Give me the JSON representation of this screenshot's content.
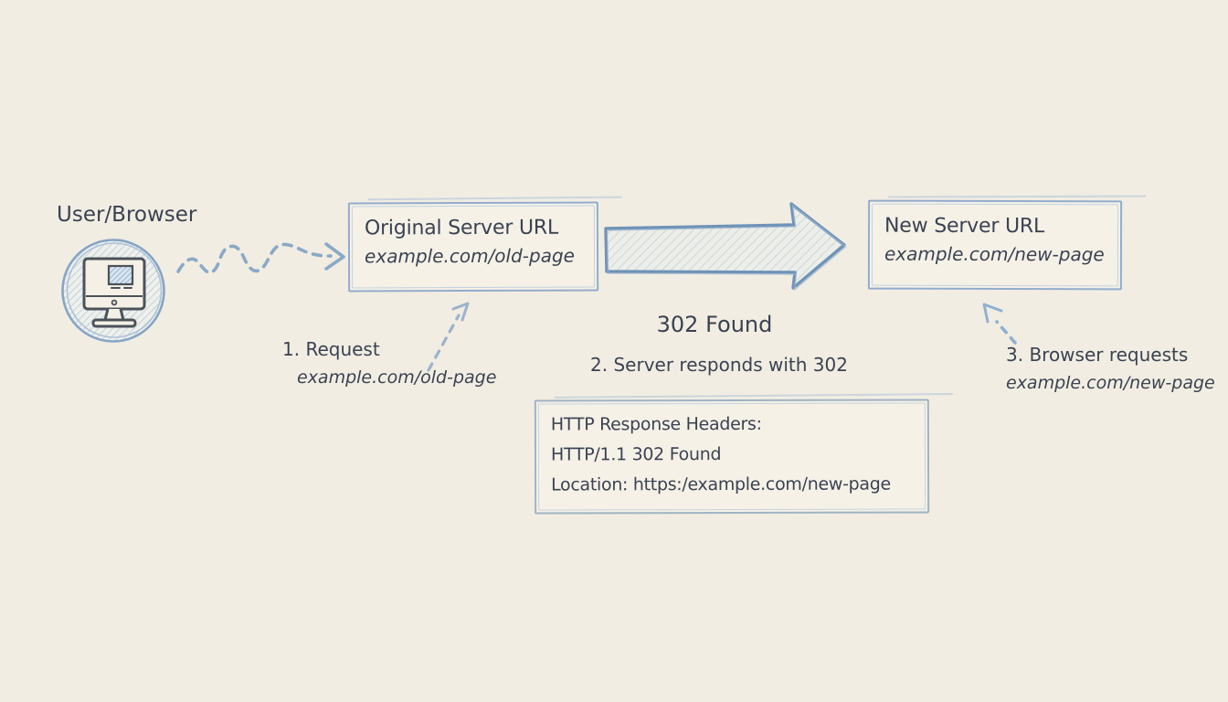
{
  "diagram": {
    "background": "#f2ede2",
    "ink_color": "#3a4252",
    "accent_blue": "#8aa9c7",
    "box_border_blue": "#92accd"
  },
  "user_browser": {
    "label": "User/Browser",
    "icon": "computer-monitor-icon"
  },
  "original_server_box": {
    "title": "Original Server URL",
    "url": "example.com/old-page"
  },
  "new_server_box": {
    "title": "New Server URL",
    "url": "example.com/new-page"
  },
  "redirect": {
    "status": "302 Found",
    "step2": "2. Server responds with 302"
  },
  "step1": {
    "line1": "1. Request",
    "line2": "example.com/old-page"
  },
  "step3": {
    "line1": "3. Browser requests",
    "line2": "example.com/new-page"
  },
  "response_headers_box": {
    "line1": "HTTP Response Headers:",
    "line2": "HTTP/1.1 302 Found",
    "line3": "Location: https:/example.com/new-page"
  }
}
